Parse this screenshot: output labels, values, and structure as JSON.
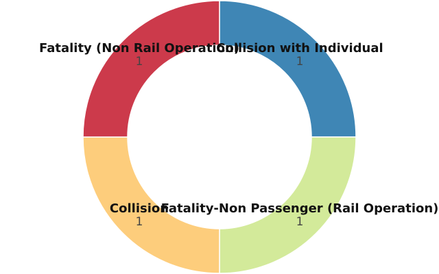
{
  "chart_data": {
    "type": "pie",
    "donut": true,
    "legend": "none",
    "slices": [
      {
        "label": "Collision with Individual",
        "value": 1,
        "color": "#3f86b5"
      },
      {
        "label": "Fatality-Non Passenger (Rail Operation)",
        "value": 1,
        "color": "#d3ea9a"
      },
      {
        "label": "Collision",
        "value": 1,
        "color": "#fdcd7c"
      },
      {
        "label": "Fatality (Non Rail Operation)",
        "value": 1,
        "color": "#cc3a4b"
      }
    ]
  }
}
